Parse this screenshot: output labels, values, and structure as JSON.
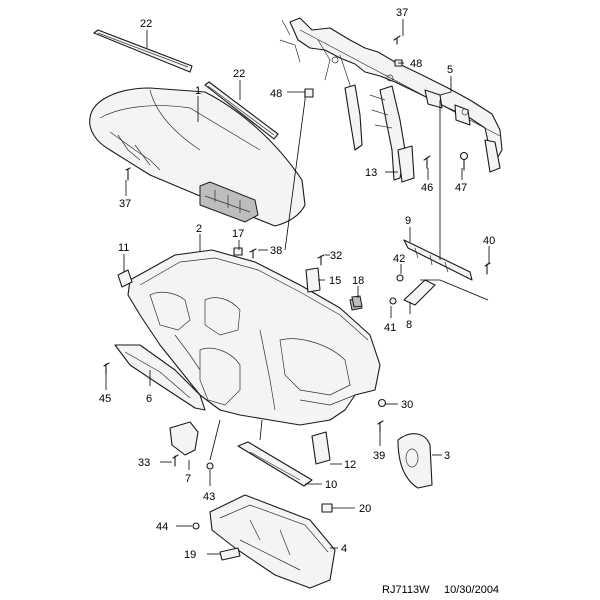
{
  "callouts": {
    "c22a": "22",
    "c22b": "22",
    "c1": "1",
    "c37a": "37",
    "c37b": "37",
    "c48a": "48",
    "c48b": "48",
    "c5": "5",
    "c13": "13",
    "c46": "46",
    "c47": "47",
    "c11": "11",
    "c2": "2",
    "c17": "17",
    "c38": "38",
    "c32": "32",
    "c15": "15",
    "c18": "18",
    "c9": "9",
    "c40": "40",
    "c42": "42",
    "c41": "41",
    "c8": "8",
    "c45": "45",
    "c6": "6",
    "c30": "30",
    "c3": "3",
    "c39": "39",
    "c33": "33",
    "c12": "12",
    "c7": "7",
    "c43": "43",
    "c10": "10",
    "c20": "20",
    "c44": "44",
    "c19": "19",
    "c4": "4"
  },
  "footer": {
    "code": "RJ7113W",
    "date": "10/30/2004"
  }
}
